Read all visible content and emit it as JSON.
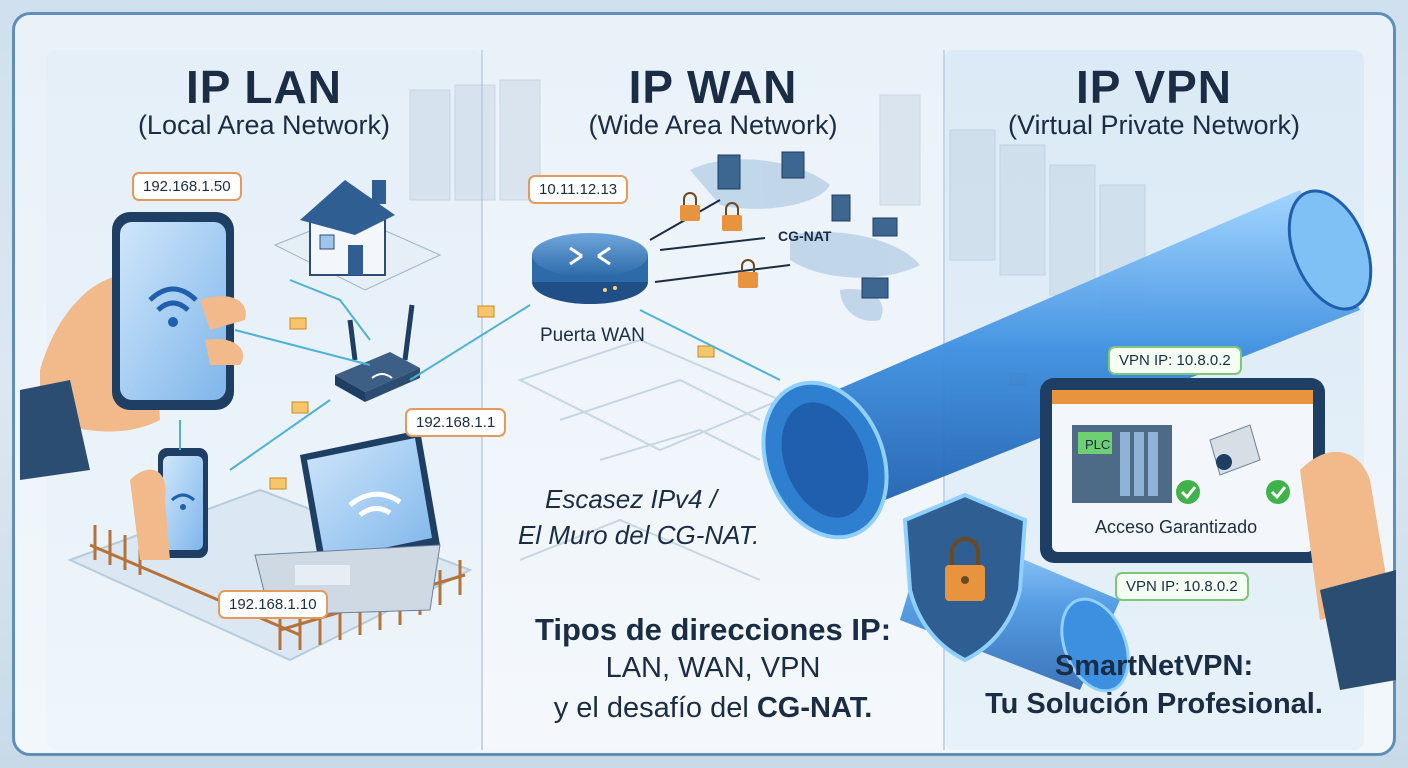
{
  "sections": {
    "lan": {
      "title": "IP LAN",
      "subtitle": "(Local Area Network)"
    },
    "wan": {
      "title": "IP WAN",
      "subtitle": "(Wide Area Network)"
    },
    "vpn": {
      "title": "IP VPN",
      "subtitle": "(Virtual Private Network)"
    }
  },
  "lan_labels": {
    "phone": "192.168.1.50",
    "router": "192.168.1.1",
    "laptop": "192.168.1.10"
  },
  "wan_labels": {
    "gateway_ip": "10.11.12.13",
    "gateway_name": "Puerta WAN",
    "cgnat": "CG-NAT",
    "scarcity_line1": "Escasez IPv4 /",
    "scarcity_line2": "El Muro del CG-NAT."
  },
  "vpn_labels": {
    "vpn_ip_top": "VPN IP: 10.8.0.2",
    "vpn_ip_bottom": "VPN IP: 10.8.0.2",
    "plc": "PLC",
    "access": "Acceso Garantizado"
  },
  "footer": {
    "center_line1": "Tipos de direcciones IP:",
    "center_line2": "LAN, WAN, VPN",
    "center_line3_prefix": "y el desafío del",
    "center_line3_bold": "CG-NAT.",
    "right_line1": "SmartNetVPN:",
    "right_line2": "Tu Solución Profesional."
  },
  "colors": {
    "frame": "#5f8fb8",
    "title_text": "#1b2c45",
    "orange_tag": "#e59a5d",
    "green_tag": "#7fc67a",
    "tunnel_blue": "#3d8fe0"
  }
}
